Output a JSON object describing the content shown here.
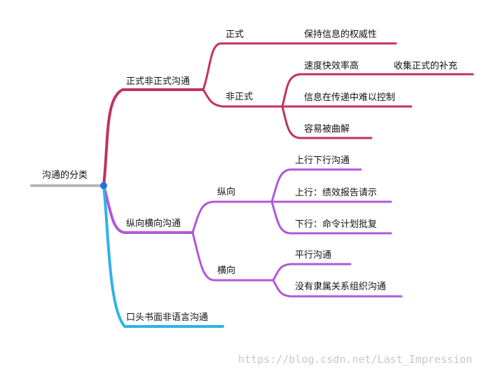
{
  "colors": {
    "root_line": "#b8b8b8",
    "formal_branch": "#c2325f",
    "vertical_branch": "#b157d9",
    "oral_branch": "#2cb4e8",
    "root_dot": "#1a73e8"
  },
  "root": {
    "label": "沟通的分类"
  },
  "branches": {
    "formal": {
      "label": "正式非正式沟通",
      "children": {
        "zhengshi": {
          "label": "正式",
          "items": [
            "保持信息的权威性"
          ]
        },
        "feizhengshi": {
          "label": "非正式",
          "items": [
            "速度快效率高",
            "信息在传递中难以控制",
            "容易被曲解"
          ],
          "sub_note": "收集正式的补充"
        }
      }
    },
    "vertical": {
      "label": "纵向横向沟通",
      "children": {
        "zongxiang": {
          "label": "纵向",
          "items": [
            "上行下行沟通",
            "上行：绩效报告请示",
            "下行：命令计划批复"
          ]
        },
        "hengxiang": {
          "label": "横向",
          "items": [
            "平行沟通",
            "没有隶属关系组织沟通"
          ]
        }
      }
    },
    "oral": {
      "label": "口头书面非语言沟通"
    }
  },
  "watermark": "https://blog.csdn.net/Last_Impression"
}
